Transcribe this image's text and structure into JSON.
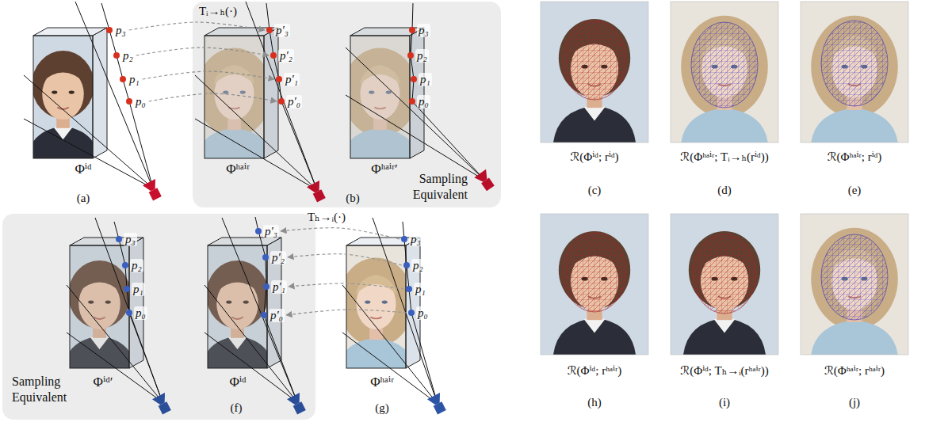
{
  "diagram": {
    "nodes": [
      {
        "text": [
          "p₃"
        ]
      },
      {
        "text": [
          "p₂"
        ]
      },
      {
        "text": [
          "p₁"
        ]
      },
      {
        "text": [
          "p₀"
        ]
      },
      {
        "text": [
          "Sampling Equivalent"
        ]
      },
      {
        "text": [
          "p′₃"
        ],
        "in": 4
      },
      {
        "text": [
          "p′₂"
        ],
        "in": 4
      },
      {
        "text": [
          "p′₁"
        ],
        "in": 4
      },
      {
        "text": [
          "p′₀"
        ],
        "in": 4
      },
      {
        "text": [
          "p₃"
        ],
        "in": 4
      },
      {
        "text": [
          "p₂"
        ],
        "in": 4
      },
      {
        "text": [
          "p₁"
        ],
        "in": 4
      },
      {
        "text": [
          "p₀"
        ],
        "in": 4
      },
      {
        "text": [
          "Sampling Equivalent"
        ]
      },
      {
        "text": [
          "p₃"
        ],
        "in": 13
      },
      {
        "text": [
          "p₂"
        ],
        "in": 13
      },
      {
        "text": [
          "p₁"
        ],
        "in": 13
      },
      {
        "text": [
          "p₀"
        ],
        "in": 13
      },
      {
        "text": [
          "p′₃"
        ],
        "in": 13
      },
      {
        "text": [
          "p′₂"
        ],
        "in": 13
      },
      {
        "text": [
          "p′₁"
        ],
        "in": 13
      },
      {
        "text": [
          "p′₀"
        ],
        "in": 13
      },
      {
        "text": [
          "p₃"
        ]
      },
      {
        "text": [
          "p₂"
        ]
      },
      {
        "text": [
          "p₁"
        ]
      },
      {
        "text": [
          "p₀"
        ]
      }
    ],
    "edges": [
      {
        "from": 0,
        "to": 5,
        "arrow": "to"
      },
      {
        "from": 1,
        "to": 6,
        "arrow": "to"
      },
      {
        "from": 2,
        "to": 7,
        "arrow": "to"
      },
      {
        "from": 3,
        "to": 8,
        "arrow": "to"
      },
      {
        "from": 22,
        "to": 18,
        "arrow": "to"
      },
      {
        "from": 23,
        "to": 19,
        "arrow": "to"
      },
      {
        "from": 24,
        "to": 20,
        "arrow": "to"
      },
      {
        "from": 25,
        "to": 21,
        "arrow": "to"
      }
    ],
    "labels": [
      "Tᵢ→ₕ(·)",
      "Φⁱᵈ",
      "(a)",
      "Φʰᵃⁱʳ",
      "(b)",
      "Φʰᵃⁱʳ′",
      "ℛ(Φⁱᵈ; rⁱᵈ)",
      "ℛ(Φʰᵃⁱʳ; Tᵢ→ₕ(rⁱᵈ))",
      "ℛ(Φʰᵃⁱʳ; rⁱᵈ)",
      "(c)",
      "(d)",
      "(e)",
      "Tₕ→ᵢ(·)",
      "Φⁱᵈ′",
      "Φⁱᵈ",
      "Φʰᵃⁱʳ",
      "(f)",
      "(g)",
      "ℛ(Φⁱᵈ; rʰᵃⁱʳ)",
      "ℛ(Φⁱᵈ; Tₕ→ᵢ(rʰᵃⁱʳ))",
      "ℛ(Φʰᵃⁱʳ; rʰᵃⁱʳ)",
      "(h)",
      "(i)",
      "(j)"
    ]
  }
}
